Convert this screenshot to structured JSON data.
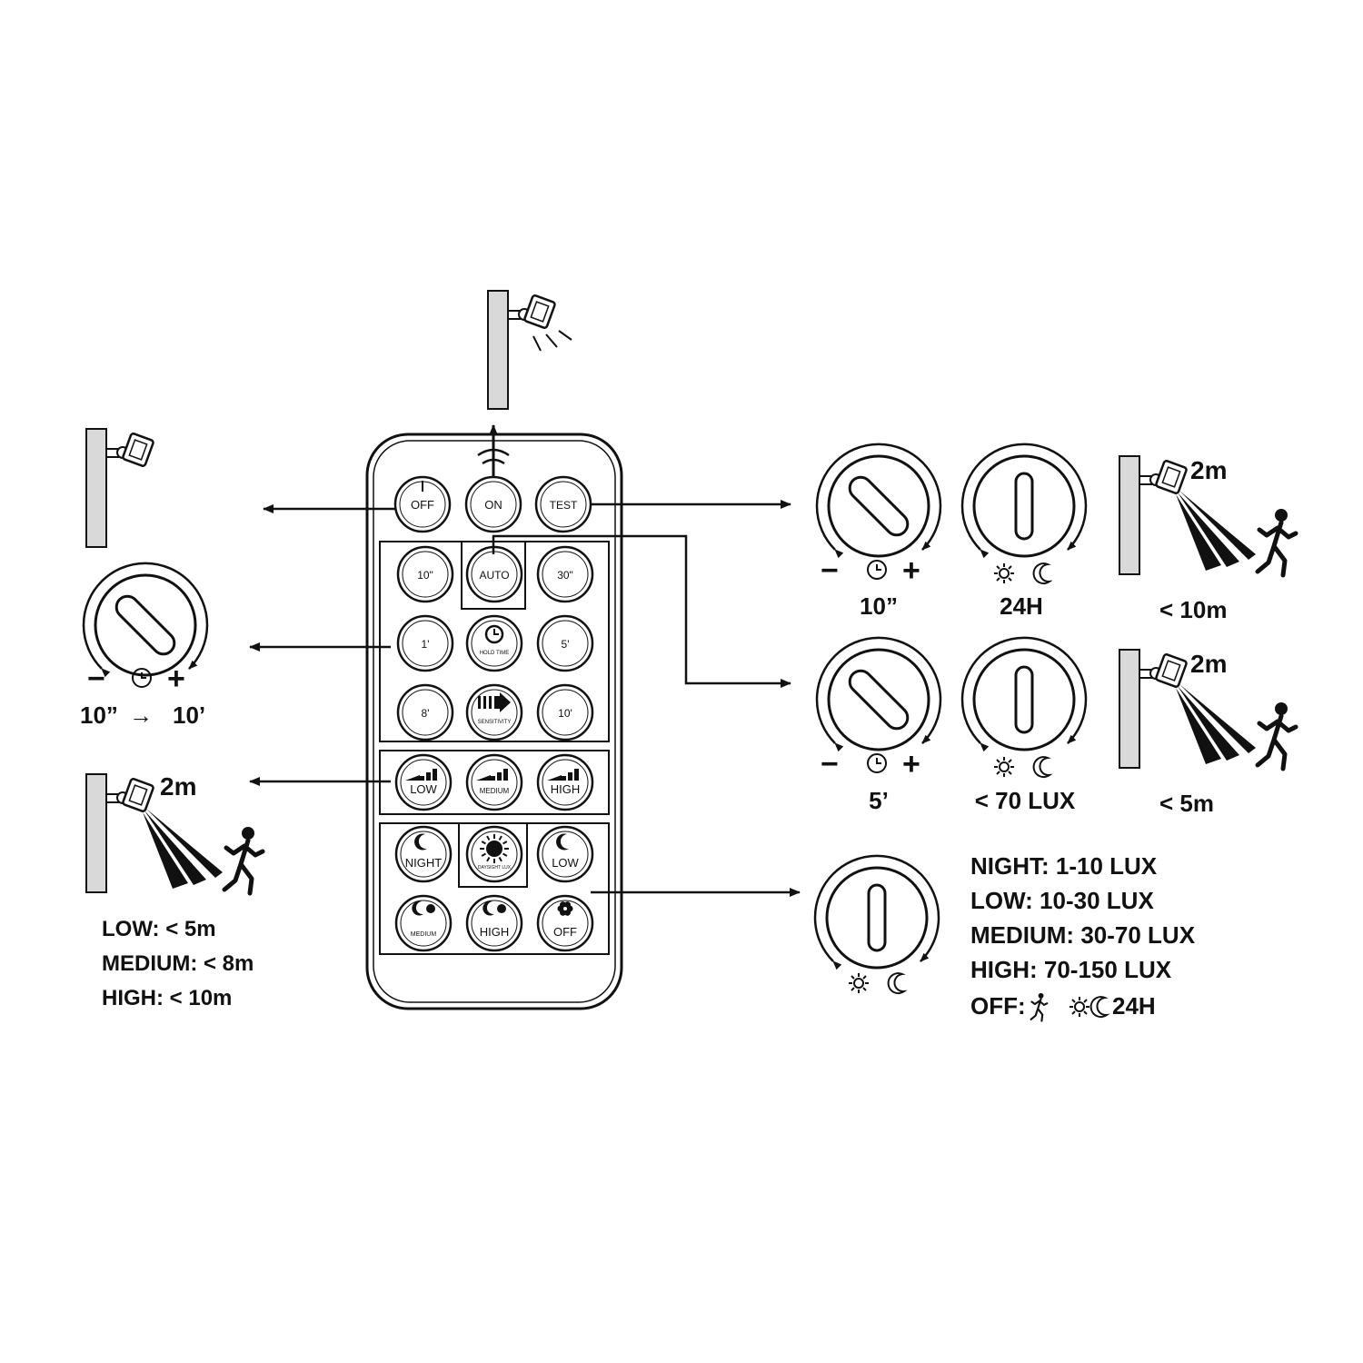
{
  "remote": {
    "row1": [
      {
        "key": "off",
        "label": "OFF"
      },
      {
        "key": "on",
        "label": "ON"
      },
      {
        "key": "test",
        "label": "TEST"
      }
    ],
    "time_buttons": [
      {
        "key": "10s",
        "label": "10\""
      },
      {
        "key": "auto",
        "label": "AUTO"
      },
      {
        "key": "30s",
        "label": "30\""
      },
      {
        "key": "1m",
        "label": "1'"
      },
      {
        "key": "hold-time",
        "label": "HOLD TIME"
      },
      {
        "key": "5m",
        "label": "5'"
      },
      {
        "key": "8m",
        "label": "8'"
      },
      {
        "key": "sensitivity",
        "label": "SENSITIVITY"
      },
      {
        "key": "10m",
        "label": "10'"
      }
    ],
    "sensitivity_buttons": [
      {
        "key": "low",
        "label": "LOW"
      },
      {
        "key": "medium",
        "label": "MEDIUM"
      },
      {
        "key": "high",
        "label": "HIGH"
      }
    ],
    "lux_buttons": [
      {
        "key": "night",
        "label": "NIGHT"
      },
      {
        "key": "daylight-lux",
        "label": "DAYSIGHT LUX"
      },
      {
        "key": "low-lux",
        "label": "LOW"
      },
      {
        "key": "medium-lux",
        "label": "MEDIUM"
      },
      {
        "key": "high-lux",
        "label": "HIGH"
      },
      {
        "key": "off-lux",
        "label": "OFF"
      }
    ]
  },
  "left": {
    "time_range": {
      "from": "10”",
      "arrow": "→",
      "to": "10’"
    },
    "sensor_distance": "2m",
    "sensitivity_list": [
      "LOW: < 5m",
      "MEDIUM: < 8m",
      "HIGH: < 10m"
    ]
  },
  "test_mode": {
    "time": "10”",
    "lux": "24H",
    "distance_top": "2m",
    "distance_bottom": "< 10m"
  },
  "auto_mode": {
    "time": "5’",
    "lux": "< 70 LUX",
    "distance_top": "2m",
    "distance_bottom": "< 5m"
  },
  "lux_list": [
    "NIGHT: 1-10 LUX",
    "LOW: 10-30 LUX",
    "MEDIUM: 30-70 LUX",
    "HIGH: 70-150 LUX",
    "OFF:"
  ],
  "lux_off_suffix": "24H",
  "dial_minus": "−",
  "dial_plus": "+",
  "colors": {
    "ink": "#111111",
    "panel": "#d9d9d9",
    "background": "#ffffff"
  }
}
